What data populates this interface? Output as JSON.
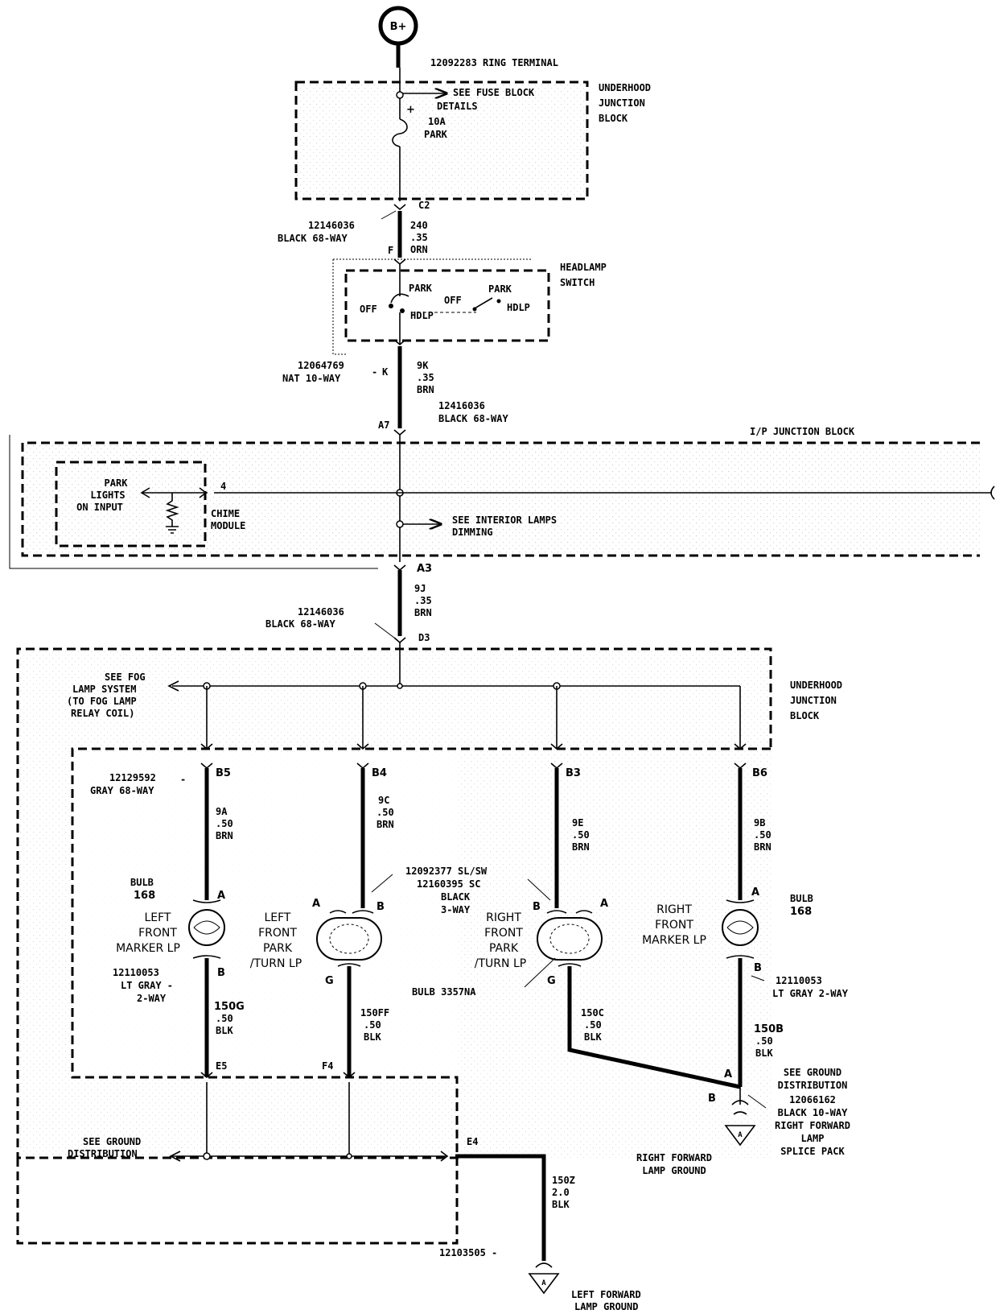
{
  "battery": "B+",
  "ring_terminal": "12092283  RING TERMINAL",
  "fuse_block": {
    "see_details": [
      "SEE FUSE BLOCK",
      "DETAILS"
    ],
    "plus": "+",
    "fuse": [
      "10A",
      "PARK"
    ],
    "label": [
      "UNDERHOOD",
      "JUNCTION",
      "BLOCK"
    ]
  },
  "connector_c2": {
    "pin": "C2",
    "part": "12146036",
    "desc": "BLACK 68-WAY",
    "pin_f": "F"
  },
  "wire_240": [
    "240",
    ".35",
    "ORN"
  ],
  "headlamp_switch": {
    "label": [
      "HEADLAMP",
      "SWITCH"
    ],
    "left": {
      "off": "OFF",
      "park": "PARK",
      "hdlp": "HDLP"
    },
    "right": {
      "off": "OFF",
      "park": "PARK",
      "hdlp": "HDLP"
    }
  },
  "connector_k": {
    "part": "12064769",
    "desc": "NAT 10-WAY",
    "pin": "K"
  },
  "wire_9k": [
    "9K",
    ".35",
    "BRN"
  ],
  "connector_a7": {
    "part": "12416036",
    "desc": "BLACK 68-WAY",
    "pin": "A7"
  },
  "ip_junction_block": "I/P JUNCTION BLOCK",
  "chime": {
    "input": [
      "PARK",
      "LIGHTS",
      "ON INPUT"
    ],
    "pin": "4",
    "label": [
      "CHIME",
      "MODULE"
    ]
  },
  "interior_ref": [
    "SEE INTERIOR LAMPS",
    "DIMMING"
  ],
  "connector_a3": "A3",
  "wire_9j": [
    "9J",
    ".35",
    "BRN"
  ],
  "connector_d3": {
    "part": "12146036",
    "desc": "BLACK 68-WAY",
    "pin": "D3"
  },
  "underhood_block2": [
    "UNDERHOOD",
    "JUNCTION",
    "BLOCK"
  ],
  "fog_ref": [
    "SEE FOG",
    "LAMP SYSTEM",
    "(TO FOG LAMP",
    "RELAY COIL)"
  ],
  "gray_connector": {
    "part": "12129592",
    "desc": "GRAY 68-WAY"
  },
  "branches": [
    {
      "pin": "B5",
      "wire": [
        "9A",
        ".50",
        "BRN"
      ]
    },
    {
      "pin": "B4",
      "wire": [
        "9C",
        ".50",
        "BRN"
      ]
    },
    {
      "pin": "B3",
      "wire": [
        "9E",
        ".50",
        "BRN"
      ]
    },
    {
      "pin": "B6",
      "wire": [
        "9B",
        ".50",
        "BRN"
      ]
    }
  ],
  "lamps": {
    "left_marker": {
      "bulb": [
        "BULB",
        "168"
      ],
      "name": [
        "LEFT",
        "FRONT",
        "MARKER LP"
      ],
      "pin_a": "A",
      "pin_b": "B",
      "conn": [
        "12110053",
        "LT GRAY -",
        "2-WAY"
      ]
    },
    "left_park": {
      "name": [
        "LEFT",
        "FRONT",
        "PARK",
        "/TURN LP"
      ],
      "pin_a": "A",
      "pin_b": "B",
      "pin_g": "G"
    },
    "right_park": {
      "name": [
        "RIGHT",
        "FRONT",
        "PARK",
        "/TURN LP"
      ],
      "pin_a": "A",
      "pin_b": "B",
      "pin_g": "G"
    },
    "socket": [
      "12092377 SL/SW",
      "12160395 SC",
      "BLACK",
      "3-WAY"
    ],
    "bulb_3357": "BULB 3357NA",
    "right_marker": {
      "bulb": [
        "BULB",
        "168"
      ],
      "name": [
        "RIGHT",
        "FRONT",
        "MARKER LP"
      ],
      "pin_a": "A",
      "pin_b": "B",
      "conn": [
        "12110053",
        "LT GRAY 2-WAY"
      ]
    }
  },
  "grounds": {
    "w150g": [
      "150G",
      ".50",
      "BLK"
    ],
    "w150ff": [
      "150FF",
      ".50",
      "BLK"
    ],
    "w150c": [
      "150C",
      ".50",
      "BLK"
    ],
    "w150b": [
      "150B",
      ".50",
      "BLK"
    ],
    "e5": "E5",
    "f4": "F4",
    "e4": "E4",
    "w150z": [
      "150Z",
      "2.0",
      "BLK"
    ],
    "gnd_dist": [
      "SEE GROUND",
      "DISTRIBUTION"
    ],
    "splice": {
      "pin_a": "A",
      "pin_b": "B",
      "text": [
        "SEE GROUND",
        "DISTRIBUTION",
        "12066162",
        "BLACK 10-WAY",
        "RIGHT FORWARD",
        "LAMP",
        "SPLICE PACK"
      ]
    },
    "right_ground": [
      "RIGHT FORWARD",
      "LAMP GROUND"
    ],
    "left_ground_part": "12103505 -",
    "left_ground": [
      "LEFT FORWARD",
      "LAMP GROUND"
    ],
    "ground_symbol": "A"
  }
}
